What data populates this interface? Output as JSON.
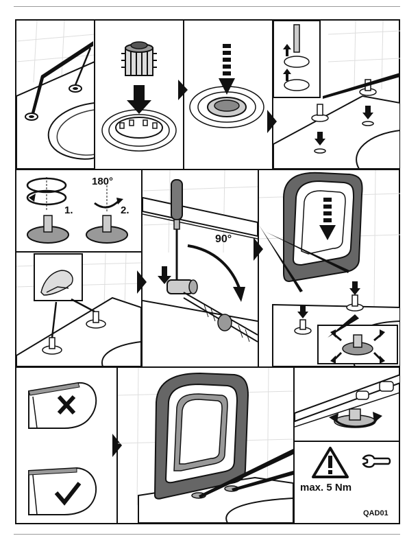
{
  "step_labels": {
    "turn_first": "1.",
    "turn_second": "2.",
    "rotate_angle": "180°",
    "tool_angle": "90°"
  },
  "warning": {
    "torque": "max. 5 Nm"
  },
  "doc_code": "QAD01",
  "footer": {
    "left": "",
    "right": ""
  }
}
